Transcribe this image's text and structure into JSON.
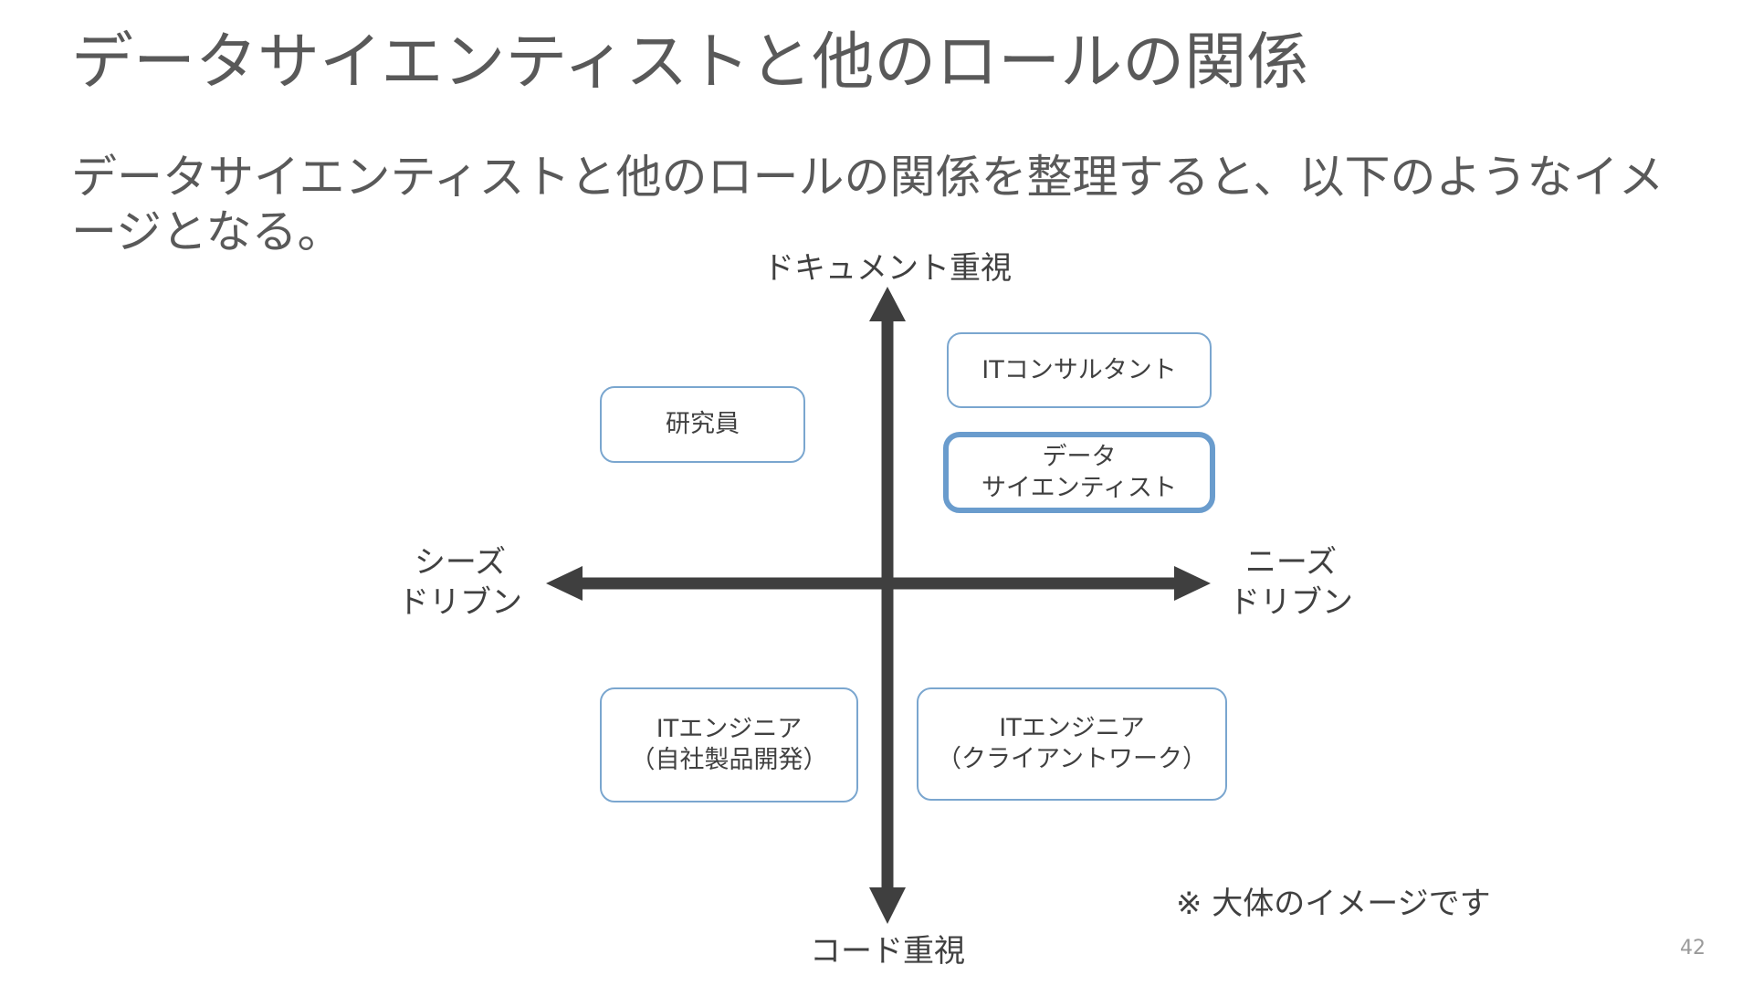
{
  "slide": {
    "title": "データサイエンティストと他のロールの関係",
    "body": "データサイエンティストと他のロールの関係を整理すると、以下のようなイメージとなる。",
    "note": "※ 大体のイメージです",
    "page_number": "42"
  },
  "diagram": {
    "axes": {
      "top": "ドキュメント重視",
      "bottom": "コード重視",
      "left": "シーズ\nドリブン",
      "right": "ニーズ\nドリブン"
    },
    "roles": {
      "it_consultant": "ITコンサルタント",
      "researcher": "研究員",
      "data_scientist": "データ\nサイエンティスト",
      "it_engineer_inhouse": "ITエンジニア\n（自社製品開発）",
      "it_engineer_client": "ITエンジニア\n（クライアントワーク）"
    },
    "highlighted_role": "data_scientist"
  },
  "colors": {
    "axis": "#3f3f3f",
    "box_border": "#7aa6cf",
    "highlight_border": "#6a9ccd",
    "text": "#595959"
  }
}
